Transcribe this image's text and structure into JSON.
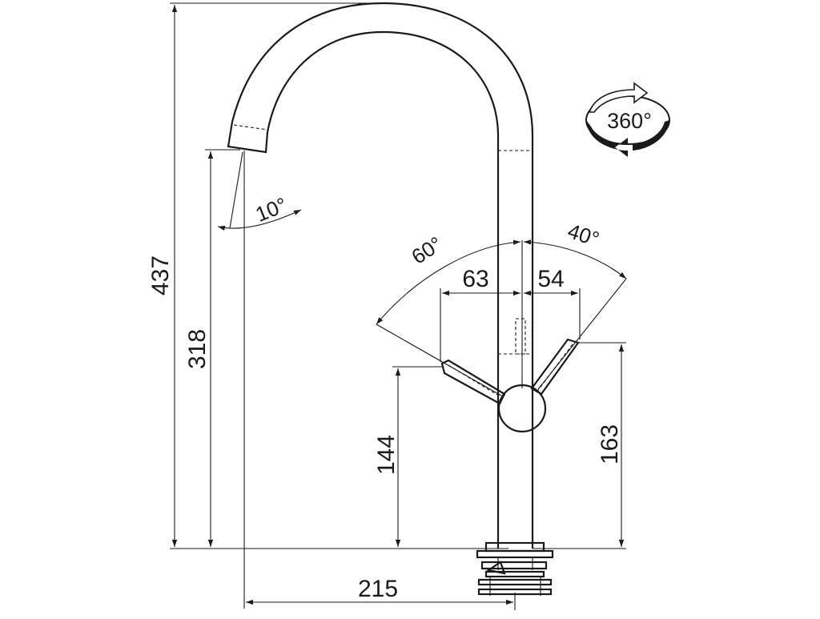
{
  "dimensions": {
    "total_height": "437",
    "spout_height": "318",
    "left_lever_height": "144",
    "right_lever_height": "163",
    "reach": "215",
    "left_lever_offset": "63",
    "right_lever_offset": "54"
  },
  "angles": {
    "spout_tilt": "10°",
    "lever_left": "60°",
    "lever_right": "40°"
  },
  "rotation_badge": {
    "label": "360°",
    "icon": "rotate-360-icon"
  },
  "colors": {
    "line": "#1a1a1a",
    "background": "#ffffff"
  }
}
